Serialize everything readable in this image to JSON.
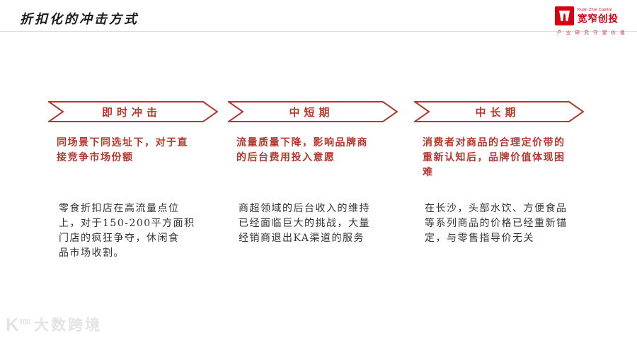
{
  "page": {
    "title": "折扣化的冲击方式"
  },
  "logo": {
    "name_en": "Kuan Zhai Capital",
    "name_cn": "宽窄创投",
    "tagline": "产 业 研 究    守 望 价 值",
    "logo_red": "#d7000f"
  },
  "columns": [
    {
      "header": "即时冲击",
      "highlight": "同场景下同选址下，对于直\n接竞争市场份额",
      "body": "零食折扣店在高流量点位\n上，对于150-200平方面积\n门店的疯狂争夺，休闲食\n品市场收割。"
    },
    {
      "header": "中短期",
      "highlight": "流量质量下降，影响品牌商\n的后台费用投入意愿",
      "body": "商超领域的后台收入的维持\n已经面临巨大的挑战，大量\n经销商退出KA渠道的服务"
    },
    {
      "header": "中长期",
      "highlight": "消费者对商品的合理定价带的\n重新认知后，品牌价值体现困\n难",
      "body": "在长沙，头部水饮、方便食品\n等系列商品的价格已经重新锚\n定，与零售指导价无关"
    }
  ],
  "watermark": {
    "mark": "K",
    "mark_sup": "100",
    "brand": "大数跨境"
  },
  "colors": {
    "accent_red": "#b5372e",
    "logo_red": "#d7000f",
    "body_text": "#333333",
    "rule_gray": "#dedede",
    "watermark_gray": "#e4e4e4"
  }
}
